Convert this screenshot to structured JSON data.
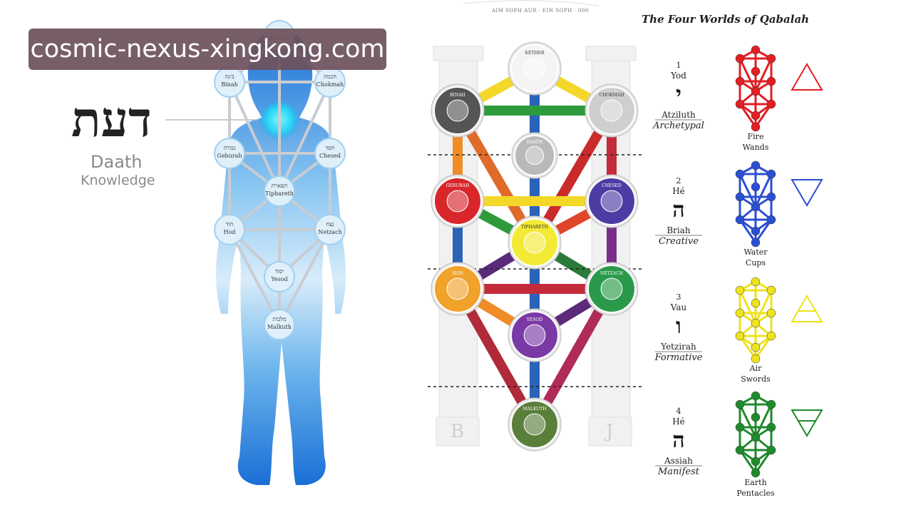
{
  "watermark": {
    "text": "cosmic-nexus-xingkong.com"
  },
  "daath": {
    "hebrew": "דעת",
    "title": "Daath",
    "subtitle": "Knowledge"
  },
  "body_sephiroth": [
    {
      "heb": "כתר",
      "name": "Kether"
    },
    {
      "heb": "בינה",
      "name": "Binah"
    },
    {
      "heb": "חכמה",
      "name": "Chokmah"
    },
    {
      "heb": "גבורה",
      "name": "Geburah"
    },
    {
      "heb": "חסד",
      "name": "Chesed"
    },
    {
      "heb": "תפארת",
      "name": "Tiphareth"
    },
    {
      "heb": "הוד",
      "name": "Hod"
    },
    {
      "heb": "נצח",
      "name": "Netzach"
    },
    {
      "heb": "יסוד",
      "name": "Yesod"
    },
    {
      "heb": "מלכות",
      "name": "Malkuth"
    }
  ],
  "tree": {
    "caption": "AIM SOPH AUR · EIN SOPH · 000",
    "pillars": {
      "left": "B",
      "right": "J"
    },
    "sephiroth": [
      "KETHER",
      "BINAH",
      "CHOKMAH",
      "DAATH",
      "GEBURAH",
      "CHESED",
      "TIPHARETH",
      "HOD",
      "NETZACH",
      "YESOD",
      "MALKUTH"
    ]
  },
  "worlds": {
    "title": "The Four Worlds of Qabalah",
    "items": [
      {
        "num": "1",
        "letter": "Yod",
        "heb": "י",
        "name": "Atziluth",
        "type": "Archetypal",
        "element": "Fire",
        "suit": "Wands",
        "color": "#e31e24"
      },
      {
        "num": "2",
        "letter": "Hé",
        "heb": "ה",
        "name": "Briah",
        "type": "Creative",
        "element": "Water",
        "suit": "Cups",
        "color": "#2b4fd3"
      },
      {
        "num": "3",
        "letter": "Vau",
        "heb": "ו",
        "name": "Yetzirah",
        "type": "Formative",
        "element": "Air",
        "suit": "Swords",
        "color": "#eee21e"
      },
      {
        "num": "4",
        "letter": "Hé",
        "heb": "ה",
        "name": "Assiah",
        "type": "Manifest",
        "element": "Earth",
        "suit": "Pentacles",
        "color": "#1f8a2c"
      }
    ]
  },
  "colors": {
    "fire": "#e31e24",
    "water": "#2b4fd3",
    "air": "#eee21e",
    "earth": "#1f8a2c",
    "body_blue": "#2d8be0"
  }
}
